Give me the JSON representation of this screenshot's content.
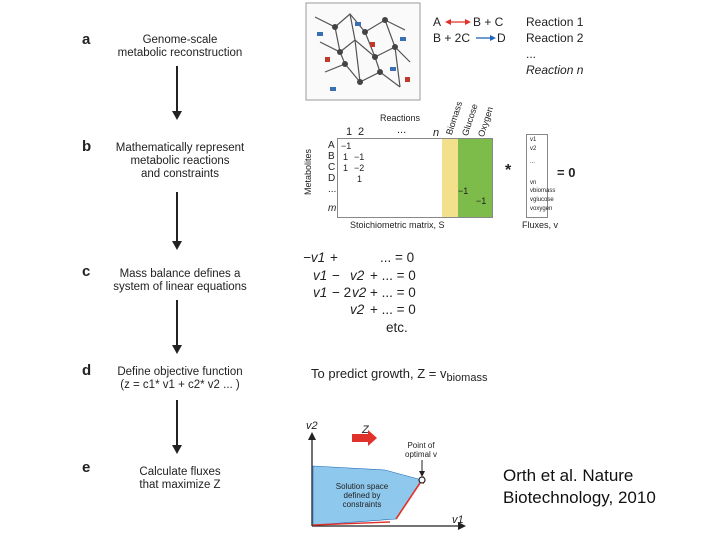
{
  "steps": [
    {
      "letter": "a",
      "lines": [
        "Genome-scale",
        "metabolic reconstruction"
      ]
    },
    {
      "letter": "b",
      "lines": [
        "Mathematically represent",
        "metabolic reactions",
        "and constraints"
      ]
    },
    {
      "letter": "c",
      "lines": [
        "Mass balance defines a",
        "system of linear equations"
      ]
    },
    {
      "letter": "d",
      "lines": [
        "Define objective function",
        "(z = c1* v1 + c2* v2 ... )"
      ]
    },
    {
      "letter": "e",
      "lines": [
        "Calculate fluxes",
        "that maximize Z"
      ]
    }
  ],
  "reactions_a": {
    "r1_left": "A",
    "r1_right": "B + C",
    "r1_name": "Reaction 1",
    "r2_left": "B + 2C",
    "r2_right": "D",
    "r2_name": "Reaction 2",
    "ellipsis": "...",
    "rn_name": "Reaction n"
  },
  "matrix_b": {
    "header": "Reactions",
    "col_1": "1",
    "col_2": "2",
    "col_dots": "...",
    "col_n": "n",
    "col_biomass": "Biomass",
    "col_glucose": "Glucose",
    "col_oxygen": "Oxygen",
    "row_label": "Metabolites",
    "rows": [
      "A",
      "B",
      "C",
      "D",
      "...",
      "m"
    ],
    "cells": [
      "−1",
      "1",
      "−1",
      "1",
      "−2",
      "1"
    ],
    "cell_extra_1": "−1",
    "cell_extra_2": "−1",
    "bottom_label": "Stoichiometric matrix, S",
    "times": "*",
    "flux_items": [
      "v1",
      "v2",
      "...",
      "vn",
      "vbiomass",
      "vglucose",
      "voxygen"
    ],
    "flux_label": "Fluxes, v",
    "equals_zero": "= 0"
  },
  "equations_c": {
    "l1_a": "−v1",
    "l1_b": "+",
    "l1_c": "... = 0",
    "l2_a": "v1",
    "l2_b": "−",
    "l2_c": "v2",
    "l2_d": "+ ... = 0",
    "l3_a": "v1",
    "l3_b": "− 2",
    "l3_c": "v2",
    "l3_d": "+ ... = 0",
    "l4_a": "v2",
    "l4_b": "+ ... = 0",
    "etc": "etc."
  },
  "objective_d": {
    "text": "To predict growth, Z = v",
    "sub": "biomass"
  },
  "plot_e": {
    "y_axis": "v2",
    "x_axis": "v1",
    "z_label": "Z",
    "point_label_1": "Point of",
    "point_label_2": "optimal v",
    "space_1": "Solution space",
    "space_2": "defined by",
    "space_3": "constraints"
  },
  "citation": {
    "line1": "Orth et al. Nature",
    "line2": "Biotechnology, 2010"
  },
  "colors": {
    "red": "#e0322b",
    "blue": "#2167b8",
    "biomass": "#f3e08c",
    "green": "#7dbb4a",
    "space": "#8ec8ec"
  }
}
